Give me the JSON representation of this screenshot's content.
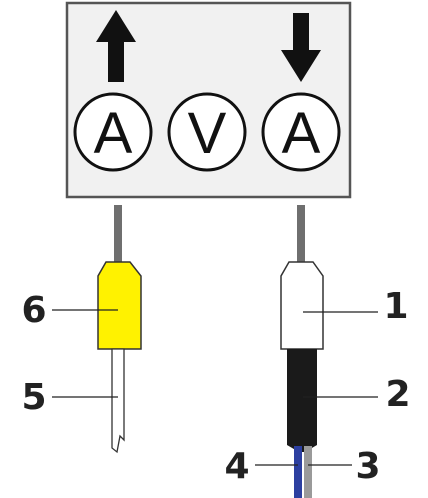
{
  "panel": {
    "symbols": [
      "A",
      "V",
      "A"
    ]
  },
  "callouts": {
    "1": "1",
    "2": "2",
    "3": "3",
    "4": "4",
    "5": "5",
    "6": "6"
  },
  "colors": {
    "panel_fill": "#f1f1f1",
    "panel_border": "#555555",
    "sleeve_yellow": "#fff200",
    "sleeve_white": "#ffffff",
    "cable_black": "#1a1a1a",
    "wire_blue": "#2c3fa0",
    "wire_grey": "#9a9a9a",
    "lead_grey": "#6f6f6f"
  }
}
